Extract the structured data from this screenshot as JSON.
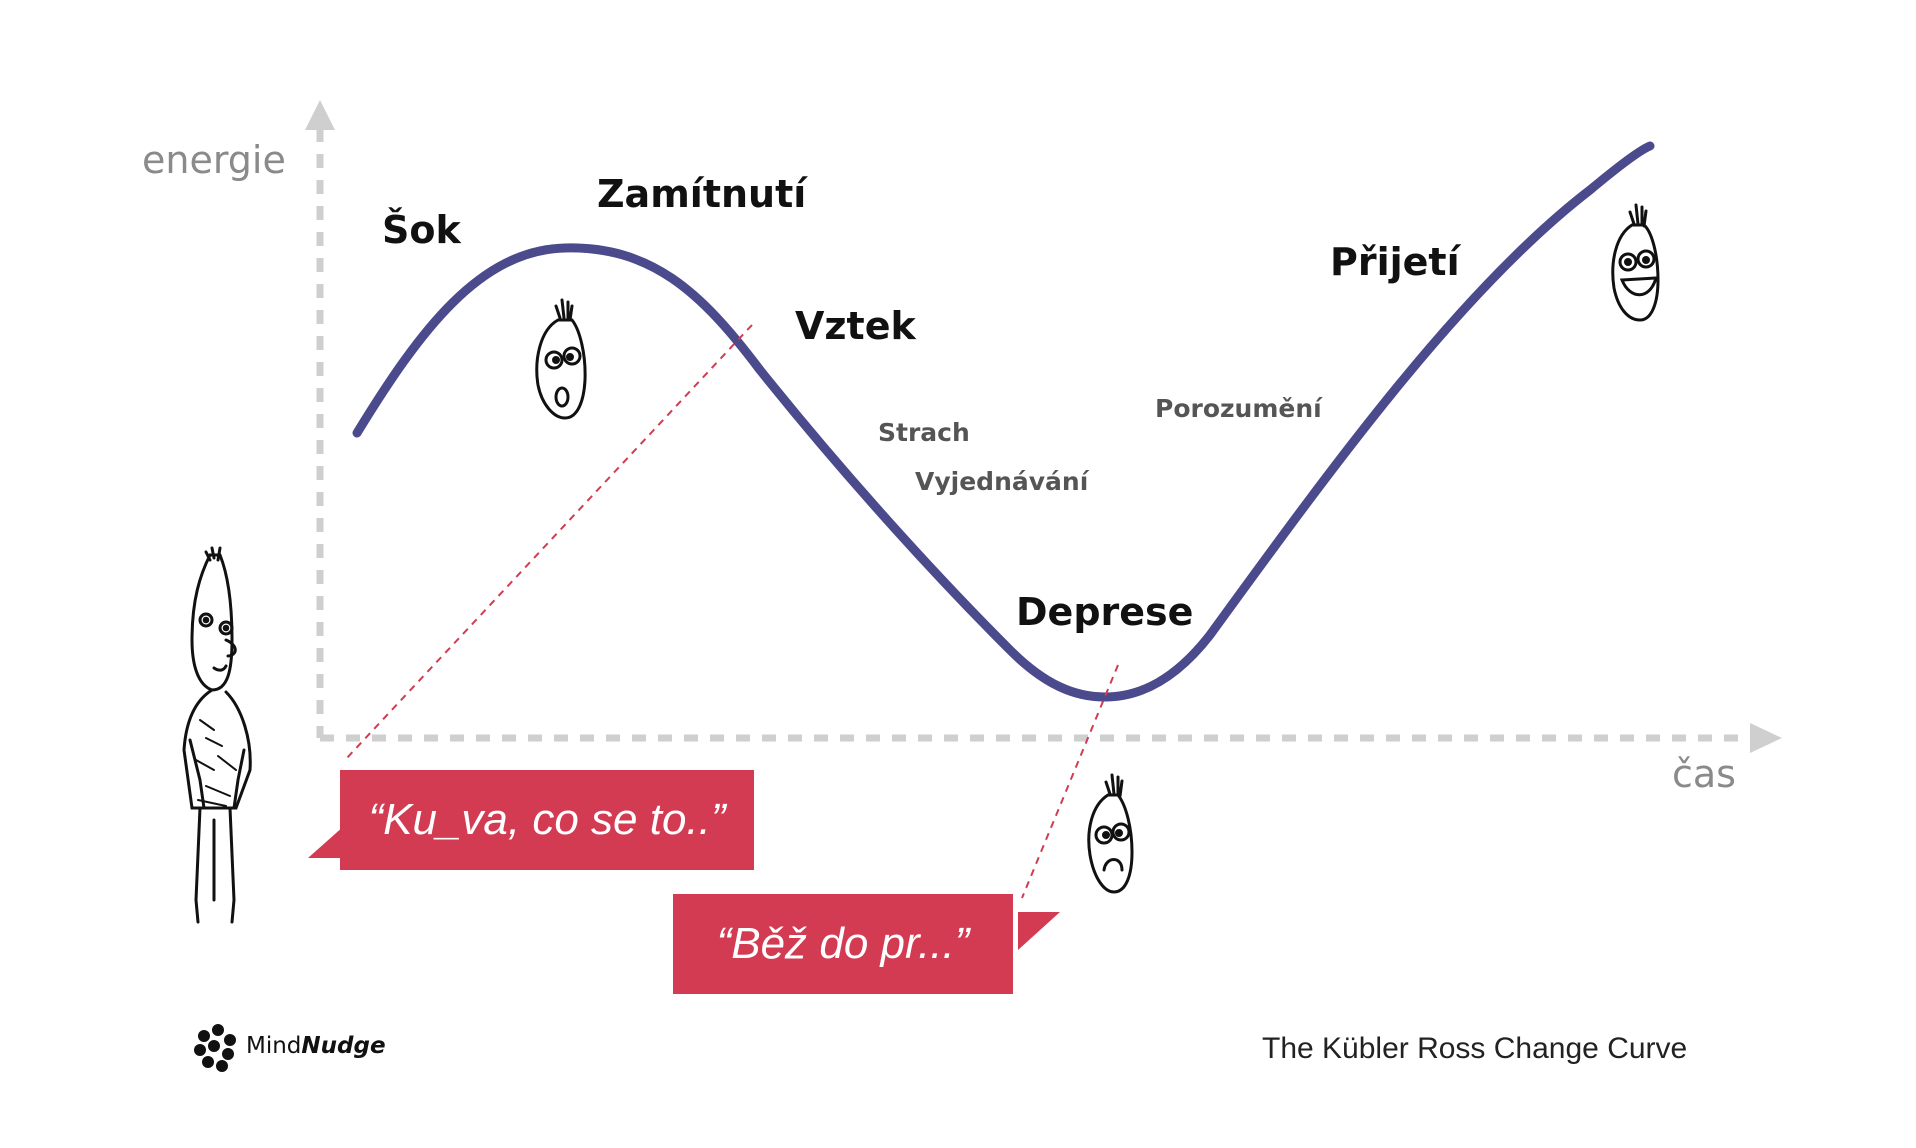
{
  "axes": {
    "y_label": "energie",
    "x_label": "čas"
  },
  "stages": {
    "sok": "Šok",
    "zamitnuti": "Zamítnutí",
    "vztek": "Vztek",
    "strach": "Strach",
    "vyjednavani": "Vyjednávání",
    "deprese": "Deprese",
    "porozumeni": "Porozumění",
    "prijeti": "Přijetí"
  },
  "quotes": {
    "first": "“Ku_va, co se to..”",
    "second": "“Běž do pr...”"
  },
  "brand": {
    "name_plain": "Mind",
    "name_italic": "Nudge"
  },
  "caption": "The Kübler Ross Change Curve",
  "colors": {
    "curve": "#4a4a8c",
    "bubble": "#d23b52",
    "axis": "#cfcfcf",
    "dashed_line": "#d23b52"
  },
  "icons": [
    "person-figure-icon",
    "surprised-face-icon",
    "sad-face-icon",
    "happy-face-icon",
    "mindnudge-logo-icon"
  ]
}
